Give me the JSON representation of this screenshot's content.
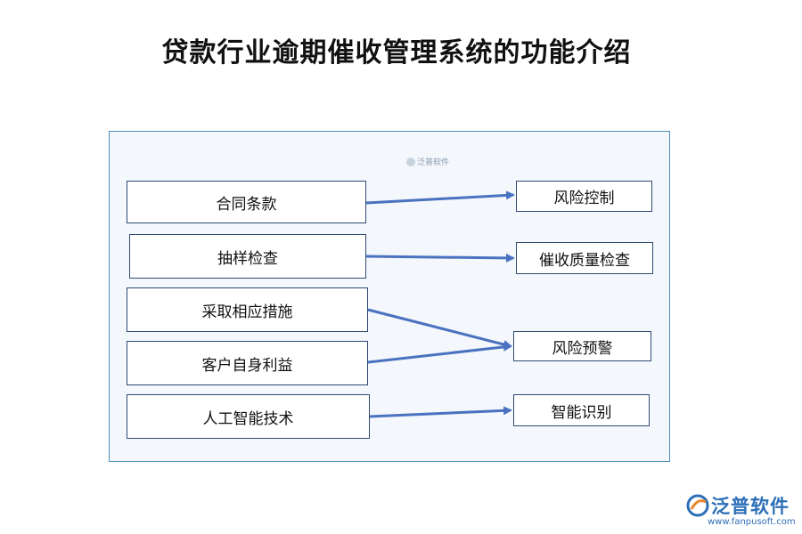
{
  "title": "贷款行业逾期催收管理系统的功能介绍",
  "watermark": "泛普软件",
  "left_items": [
    "合同条款",
    "抽样检查",
    "采取相应措施",
    "客户自身利益",
    "人工智能技术"
  ],
  "right_items": [
    "风险控制",
    "催收质量检查",
    "风险预警",
    "智能识别"
  ],
  "connections": [
    [
      0,
      0
    ],
    [
      1,
      1
    ],
    [
      2,
      2
    ],
    [
      3,
      2
    ],
    [
      4,
      3
    ]
  ],
  "logo": {
    "name": "泛普软件",
    "url": "www.fanpusoft.com"
  },
  "colors": {
    "arrow": "#4a72c0",
    "border": "#2e4a72",
    "panel_border": "#4a90b8",
    "brand": "#2d6fb7"
  }
}
